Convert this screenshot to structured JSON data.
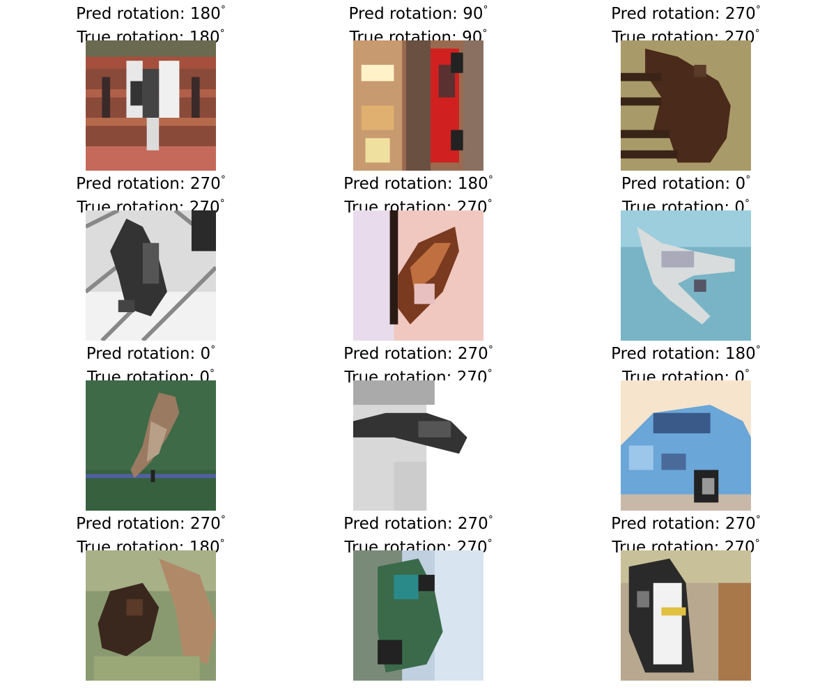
{
  "panels": [
    {
      "pred": "Pred rotation: 180",
      "true": "True rotation: 180",
      "icon": "people-rotated-image"
    },
    {
      "pred": "Pred rotation: 90",
      "true": "True rotation: 90",
      "icon": "red-car-rotated-image"
    },
    {
      "pred": "Pred rotation: 270",
      "true": "True rotation: 270",
      "icon": "horse-rotated-image"
    },
    {
      "pred": "Pred rotation: 270",
      "true": "True rotation: 270",
      "icon": "grayscale-cat-image"
    },
    {
      "pred": "Pred rotation: 180",
      "true": "True rotation: 270",
      "icon": "bird-on-pink-image"
    },
    {
      "pred": "Pred rotation: 0",
      "true": "True rotation: 0",
      "icon": "airplane-image"
    },
    {
      "pred": "Pred rotation: 0",
      "true": "True rotation: 0",
      "icon": "sparrow-on-wire-image"
    },
    {
      "pred": "Pred rotation: 270",
      "true": "True rotation: 270",
      "icon": "grayscale-animal-image"
    },
    {
      "pred": "Pred rotation: 180",
      "true": "True rotation: 0",
      "icon": "blue-car-image"
    },
    {
      "pred": "Pred rotation: 270",
      "true": "True rotation: 180",
      "icon": "monkey-image"
    },
    {
      "pred": "Pred rotation: 270",
      "true": "True rotation: 270",
      "icon": "green-truck-rotated-image"
    },
    {
      "pred": "Pred rotation: 270",
      "true": "True rotation: 270",
      "icon": "white-truck-rotated-image"
    }
  ],
  "degree_symbol": "°"
}
